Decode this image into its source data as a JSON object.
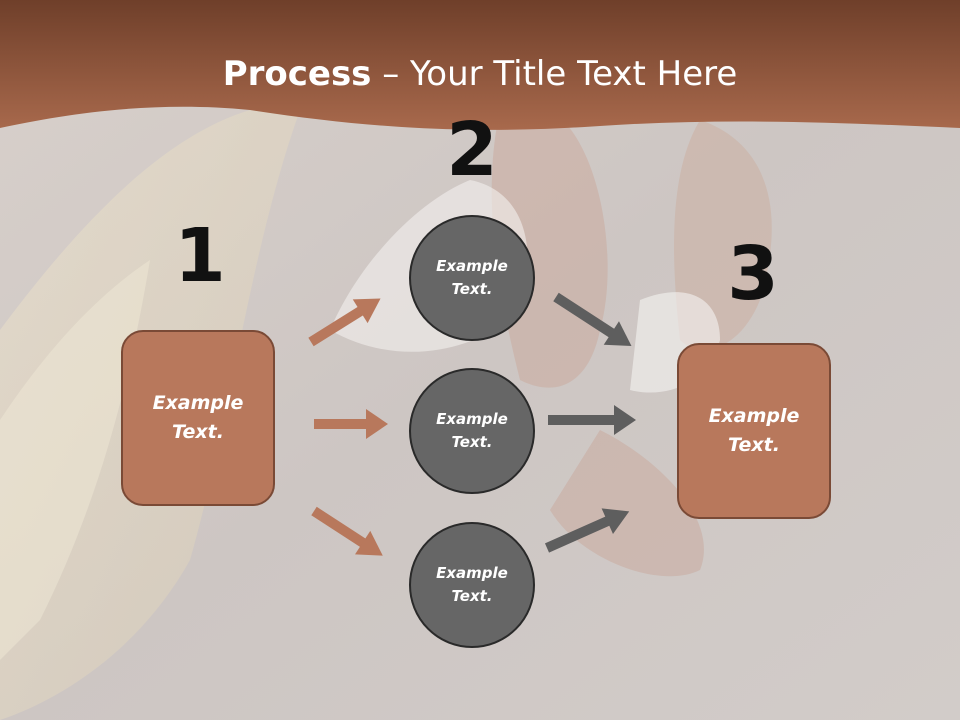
{
  "header": {
    "title_bold": "Process",
    "title_rest": " – Your Title Text Here",
    "band_color": "#a3654a"
  },
  "diagram": {
    "step_numbers": [
      "1",
      "2",
      "3"
    ],
    "left_box": {
      "label": "Example Text."
    },
    "right_box": {
      "label": "Example Text."
    },
    "circles": [
      {
        "label": "Example Text."
      },
      {
        "label": "Example Text."
      },
      {
        "label": "Example Text."
      }
    ],
    "colors": {
      "box_fill": "#b8785c",
      "circle_fill": "#666666",
      "left_arrows": "#b8785c",
      "right_arrows": "#5e5e5e"
    }
  }
}
